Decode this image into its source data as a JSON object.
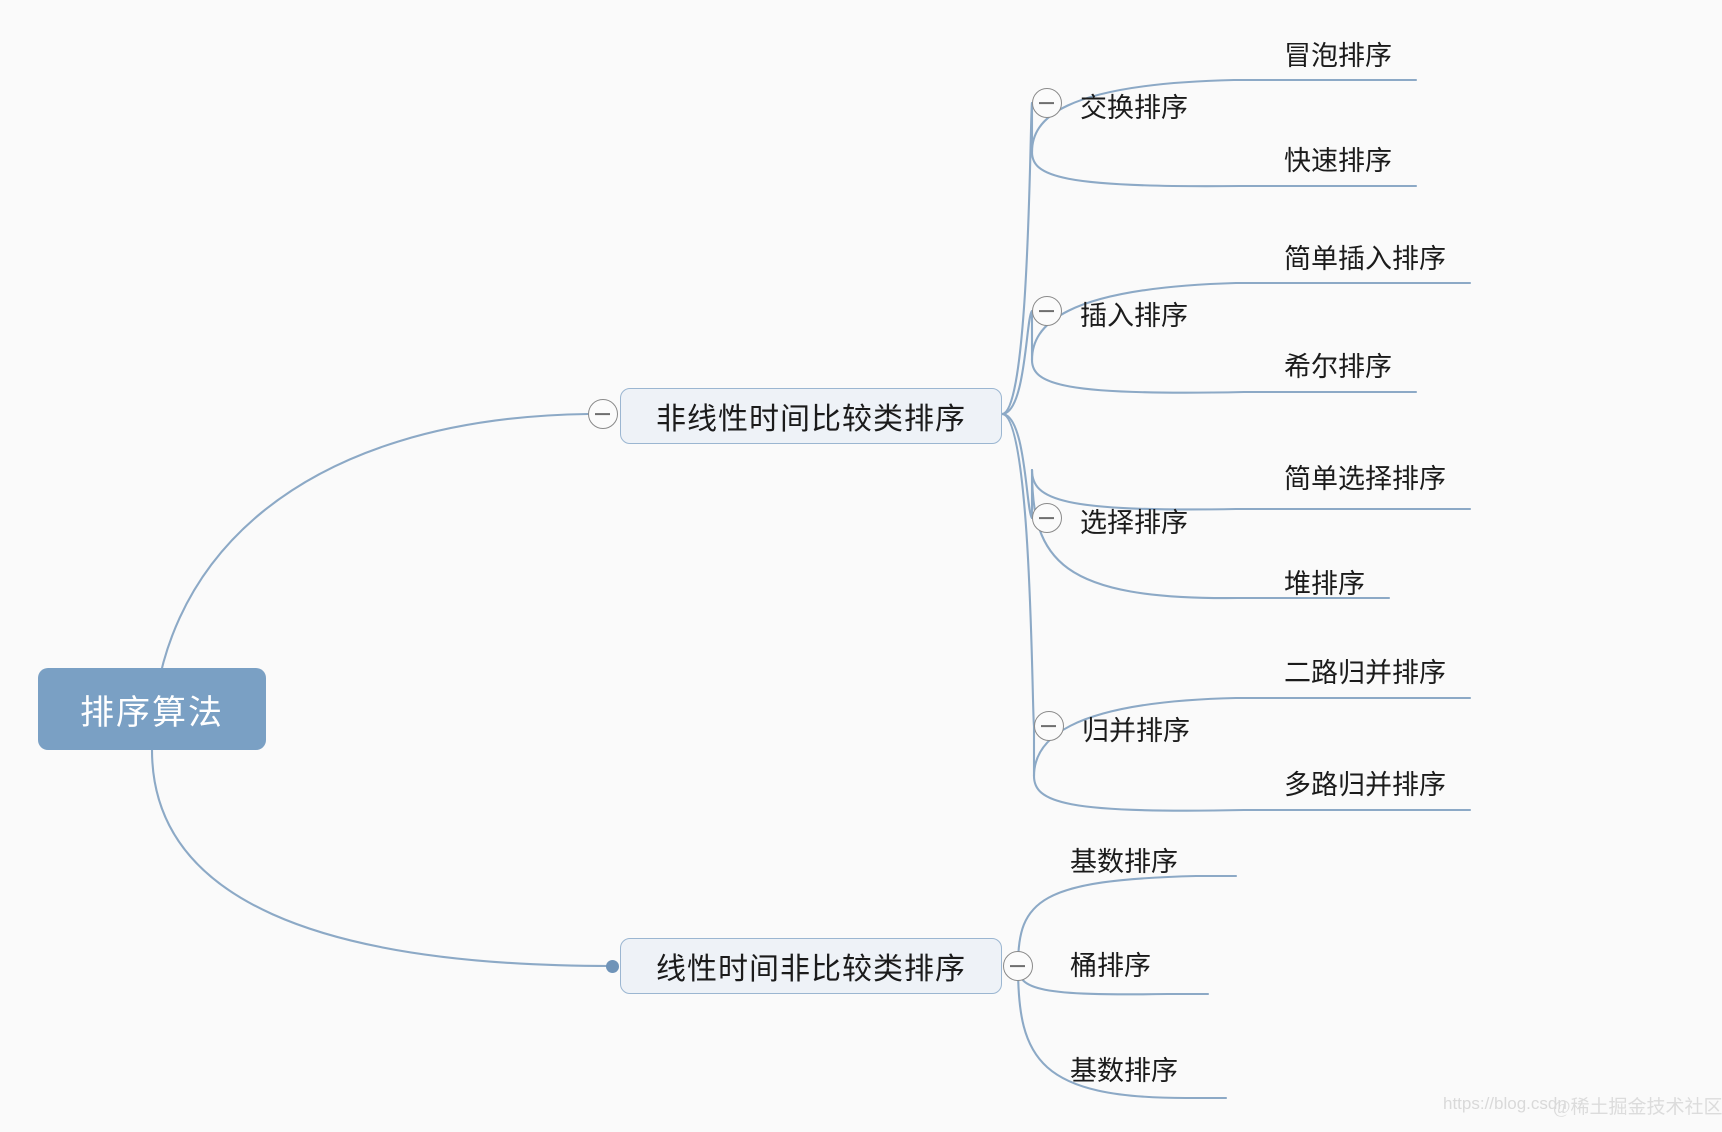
{
  "diagram": {
    "type": "mindmap",
    "title": "排序算法",
    "background_color": "#fafafa",
    "accent_color": "#7aa0c4",
    "link_color": "#8ca9c6",
    "root": {
      "label": "排序算法",
      "fill": "#7aa0c4",
      "text_color": "#ffffff"
    },
    "branches": [
      {
        "id": "nonlinear",
        "label": "非线性时间比较类排序",
        "collapse_icon": "minus-circle-icon",
        "children": [
          {
            "label": "交换排序",
            "collapse_icon": "minus-circle-icon",
            "children": [
              {
                "label": "冒泡排序"
              },
              {
                "label": "快速排序"
              }
            ]
          },
          {
            "label": "插入排序",
            "collapse_icon": "minus-circle-icon",
            "children": [
              {
                "label": "简单插入排序"
              },
              {
                "label": "希尔排序"
              }
            ]
          },
          {
            "label": "选择排序",
            "collapse_icon": "minus-circle-icon",
            "children": [
              {
                "label": "简单选择排序"
              },
              {
                "label": "堆排序"
              }
            ]
          },
          {
            "label": "归并排序",
            "collapse_icon": "minus-circle-icon",
            "children": [
              {
                "label": "二路归并排序"
              },
              {
                "label": "多路归并排序"
              }
            ]
          }
        ]
      },
      {
        "id": "linear",
        "label": "线性时间非比较类排序",
        "collapse_icon": "minus-circle-icon",
        "children": [
          {
            "label": "基数排序"
          },
          {
            "label": "桶排序"
          },
          {
            "label": "基数排序"
          }
        ]
      }
    ]
  },
  "watermark": {
    "url_text": "https://blog.csdn",
    "author_text": "@稀土掘金技术社区"
  }
}
